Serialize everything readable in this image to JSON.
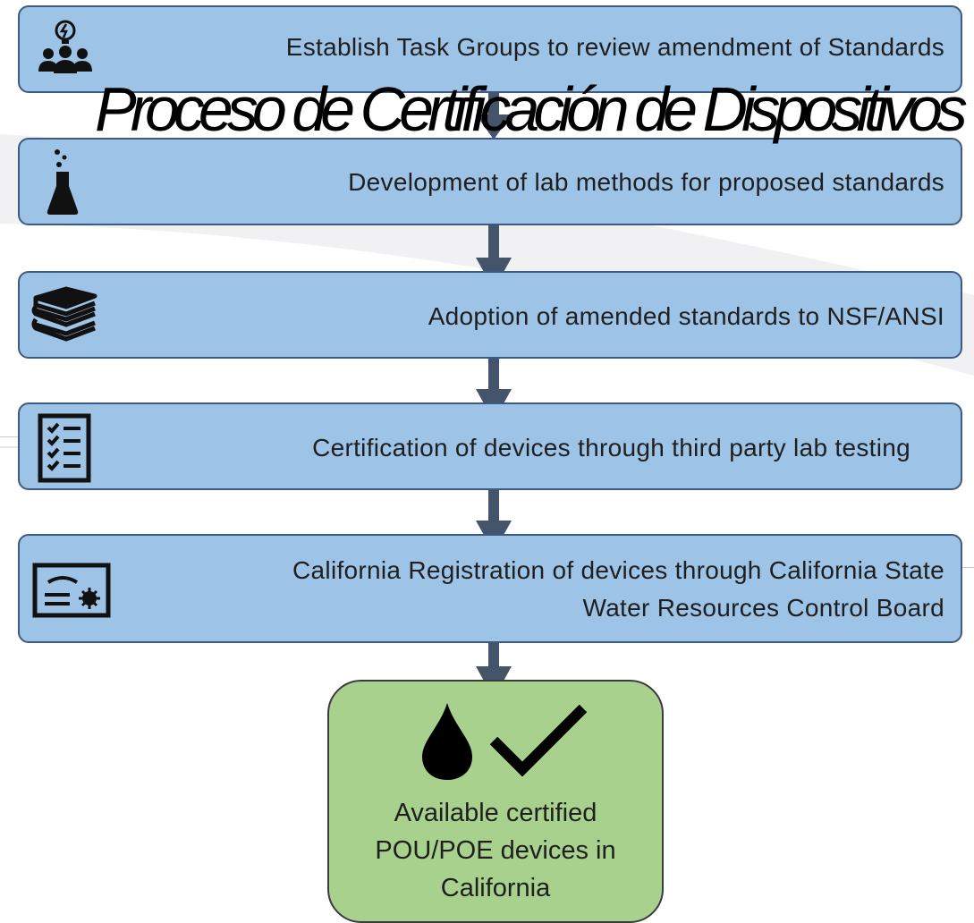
{
  "overlay_title": "Proceso de Certificación de Dispositivos",
  "steps": [
    {
      "label": "Establish Task Groups to review amendment of Standards",
      "icon": "team-idea-icon"
    },
    {
      "label": "Development of lab methods for proposed standards",
      "icon": "lab-flask-icon"
    },
    {
      "label": "Adoption of amended standards to NSF/ANSI",
      "icon": "books-stack-icon"
    },
    {
      "label": "Certification of devices through third party lab testing",
      "icon": "checklist-icon"
    },
    {
      "label_line1": "California Registration of devices through California State",
      "label_line2": "Water Resources Control Board",
      "icon": "certificate-icon"
    }
  ],
  "final": {
    "label": "Available certified\nPOU/POE devices in\nCalifornia",
    "icons": [
      "water-drop-icon",
      "checkmark-icon"
    ]
  },
  "colors": {
    "step_fill": "#9dc3e6",
    "step_border": "#3d5a80",
    "final_fill": "#a9d18e",
    "arrow": "#44546a"
  }
}
